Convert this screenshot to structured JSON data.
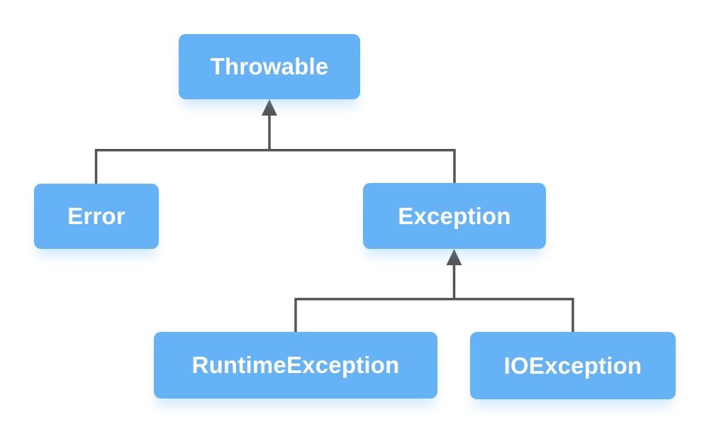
{
  "diagram": {
    "type": "class-hierarchy",
    "nodes": {
      "throwable": {
        "label": "Throwable"
      },
      "error": {
        "label": "Error"
      },
      "exception": {
        "label": "Exception"
      },
      "runtime_exception": {
        "label": "RuntimeException"
      },
      "io_exception": {
        "label": "IOException"
      }
    },
    "edges": [
      {
        "from": "Error",
        "to": "Throwable",
        "style": "elbow-up-arrow"
      },
      {
        "from": "Exception",
        "to": "Throwable",
        "style": "elbow-up-arrow"
      },
      {
        "from": "RuntimeException",
        "to": "Exception",
        "style": "elbow-up-arrow"
      },
      {
        "from": "IOException",
        "to": "Exception",
        "style": "elbow-up-arrow"
      }
    ],
    "colors": {
      "node_fill": "#66B2F6",
      "node_text": "#FFFFFF",
      "connector": "#545454",
      "background": "#FFFFFF",
      "node_shadow": "rgba(102,178,246,0.28)"
    }
  }
}
